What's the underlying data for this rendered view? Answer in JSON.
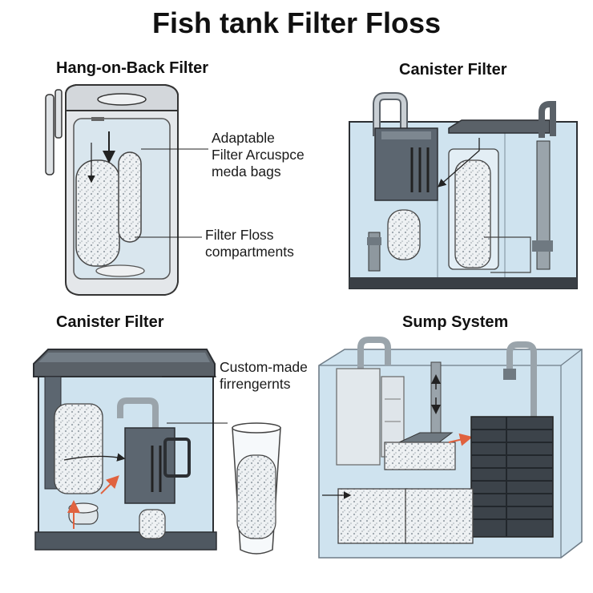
{
  "title": "Fish tank Filter Floss",
  "panels": [
    {
      "title": "Hang-on-Back Filter",
      "callouts": [
        {
          "lines": [
            "Adaptable",
            "Filter Arcuspce",
            "meda bags"
          ]
        },
        {
          "lines": [
            "Filter Floss",
            "compartments"
          ]
        }
      ]
    },
    {
      "title": "Canister Filter",
      "callouts": []
    },
    {
      "title": "Canister Filter",
      "callouts": [
        {
          "lines": [
            "Custom-made",
            "firrengernts"
          ]
        }
      ]
    },
    {
      "title": "Sump System",
      "callouts": []
    }
  ],
  "colors": {
    "water": "#cfe3ef",
    "glass_edge": "#2c2f33",
    "floss": "#e9edf0",
    "dark_unit": "#4f5861",
    "arrow_red": "#e0623f"
  }
}
